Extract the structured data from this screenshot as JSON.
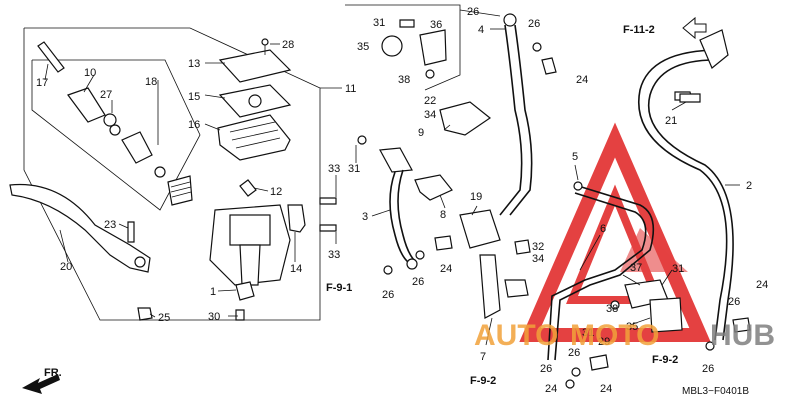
{
  "callouts": [
    "1",
    "2",
    "3",
    "4",
    "5",
    "6",
    "7",
    "8",
    "9",
    "10",
    "11",
    "12",
    "13",
    "14",
    "15",
    "16",
    "17",
    "18",
    "19",
    "20",
    "21",
    "22",
    "23",
    "24",
    "25",
    "26",
    "27",
    "28",
    "29",
    "30",
    "31",
    "32",
    "33",
    "34",
    "35",
    "36",
    "37",
    "38"
  ],
  "refs": {
    "f11": "F-11-2",
    "f91": "F-9-1",
    "f92a": "F-9-2",
    "f92b": "F-9-2"
  },
  "direction_label": "FR.",
  "diagram_code": "MBL3−F0401B",
  "watermark": {
    "part1": "AUTO",
    "part2": "MOTO",
    "part3": "HUB",
    "colors": {
      "auto": "#f2a23a",
      "moto": "#f2a23a",
      "hub": "#7f7f7f",
      "logo": "#e02020"
    }
  }
}
